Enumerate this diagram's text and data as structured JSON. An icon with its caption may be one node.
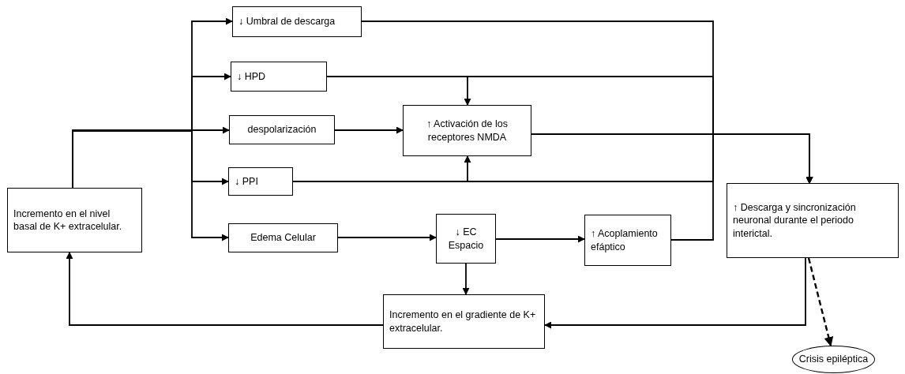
{
  "diagram": {
    "nodes": [
      {
        "text": [
          "Incremento en el nivel basal de K+ extracelular."
        ]
      },
      {
        "text": [
          "↓ Umbral de descarga"
        ]
      },
      {
        "text": [
          "↓ HPD"
        ]
      },
      {
        "text": [
          "despolarización"
        ]
      },
      {
        "text": [
          "↑ Activación de los receptores NMDA"
        ]
      },
      {
        "text": [
          "↓ PPI"
        ]
      },
      {
        "text": [
          "Edema Celular"
        ]
      },
      {
        "text": [
          "↓ EC",
          "Espacio"
        ]
      },
      {
        "text": [
          "↑ Acoplamiento efáptico"
        ]
      },
      {
        "text": [
          "↑ Descarga y sincronización neuronal durante el periodo interictal."
        ]
      },
      {
        "text": [
          "Incremento en el gradiente de K+ extracelular."
        ]
      },
      {
        "text": [
          "Crisis epiléptica"
        ]
      }
    ],
    "edges": [
      {
        "from": 0,
        "to": 1,
        "arrow": "to"
      },
      {
        "from": 0,
        "to": 2,
        "arrow": "to"
      },
      {
        "from": 0,
        "to": 3,
        "arrow": "to"
      },
      {
        "from": 0,
        "to": 5,
        "arrow": "to"
      },
      {
        "from": 0,
        "to": 6,
        "arrow": "to"
      },
      {
        "from": 3,
        "to": 4,
        "arrow": "to"
      },
      {
        "from": 2,
        "to": 4,
        "arrow": "to"
      },
      {
        "from": 5,
        "to": 4,
        "arrow": "to"
      },
      {
        "from": 6,
        "to": 7,
        "arrow": "to"
      },
      {
        "from": 7,
        "to": 8,
        "arrow": "to"
      },
      {
        "from": 7,
        "to": 10,
        "arrow": "to"
      },
      {
        "from": 1,
        "to": 9,
        "arrow": "to"
      },
      {
        "from": 2,
        "to": 9,
        "arrow": "to"
      },
      {
        "from": 4,
        "to": 9,
        "arrow": "to"
      },
      {
        "from": 5,
        "to": 9,
        "arrow": "to"
      },
      {
        "from": 8,
        "to": 9,
        "arrow": "to"
      },
      {
        "from": 9,
        "to": 10,
        "arrow": "to"
      },
      {
        "from": 10,
        "to": 0,
        "arrow": "to"
      },
      {
        "from": 9,
        "to": 11,
        "arrow": "to",
        "style": "dashed"
      }
    ]
  }
}
